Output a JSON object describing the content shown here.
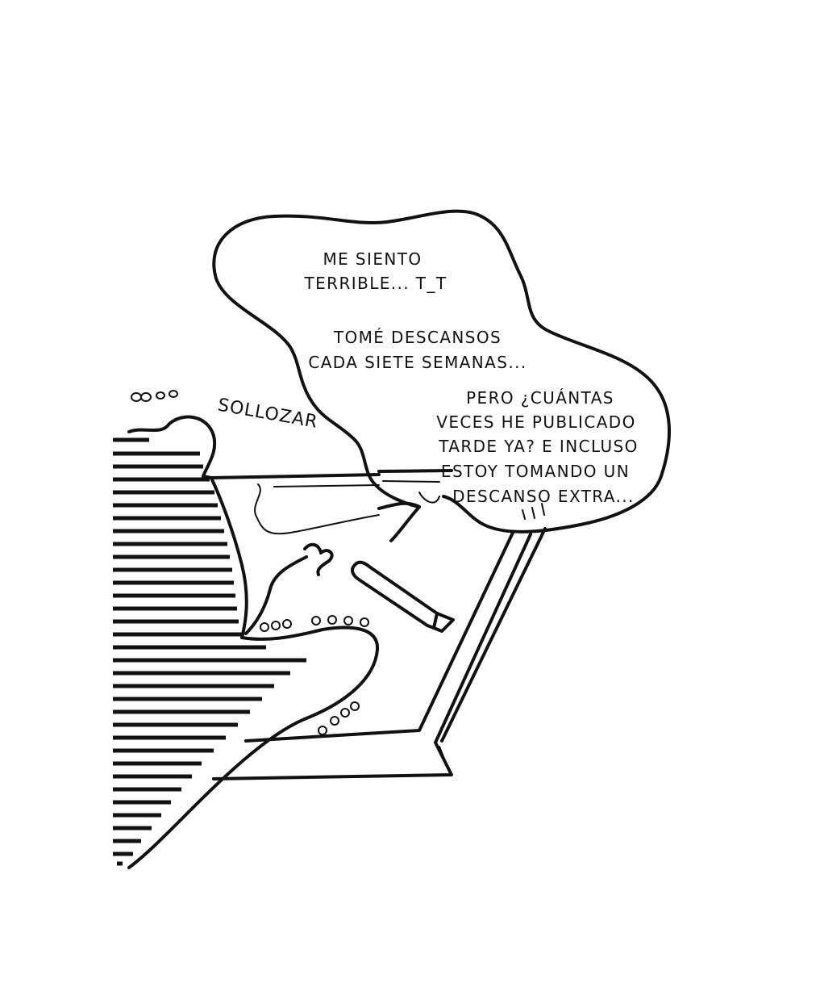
{
  "sound_effects": {
    "sob": "SOLLOZAR",
    "dots": "..."
  },
  "speech_bubble": {
    "lines_group_1": [
      "ME SIENTO",
      "TERRIBLE... T_T"
    ],
    "lines_group_2": [
      "TOMÉ DESCANSOS",
      "CADA SIETE SEMANAS..."
    ],
    "lines_group_3": [
      "PERO ¿CUÁNTAS",
      "VECES HE PUBLICADO",
      "TARDE YA? E INCLUSO",
      "ESTOY TOMANDO UN",
      "DESCANSO EXTRA..."
    ]
  }
}
